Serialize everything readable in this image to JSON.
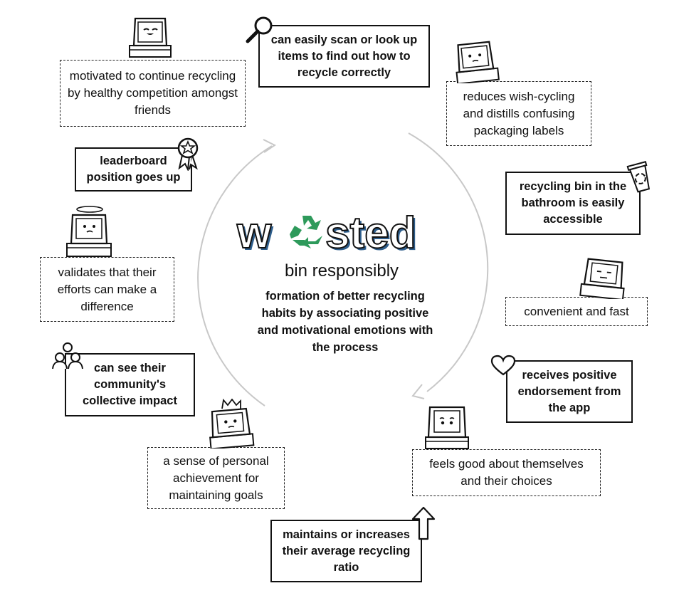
{
  "logo": {
    "text": "wasted",
    "tagline": "bin responsibly"
  },
  "center_text": "formation of better recycling habits by associating positive and motivational emotions with the process",
  "items": {
    "scan": "can easily scan or look up items to find out how to recycle correctly",
    "wish_cycling": "reduces wish-cycling and distills confusing packaging labels",
    "bathroom_bin": "recycling bin in the bathroom is easily accessible",
    "convenient": "convenient and fast",
    "endorsement": "receives positive endorsement from the app",
    "feels_good": "feels good about themselves and their choices",
    "ratio": "maintains or increases their average recycling ratio",
    "achievement": "a sense of personal achievement for maintaining goals",
    "community": "can see their community's collective impact",
    "validates": "validates that their efforts can make a difference",
    "leaderboard": "leaderboard position goes up",
    "competition": "motivated to continue recycling by healthy competition amongst friends"
  },
  "colors": {
    "ink": "#111111",
    "logo_fill": "#ffffff",
    "logo_shadow": "#2e5e8c",
    "recycle_green": "#2e9a5b",
    "arrow": "#c8c8c8"
  },
  "icons": [
    "magnifier-icon",
    "award-ribbon-icon",
    "recycle-bin-icon",
    "heart-icon",
    "community-icon",
    "up-arrow-icon",
    "recycle-symbol-icon"
  ]
}
